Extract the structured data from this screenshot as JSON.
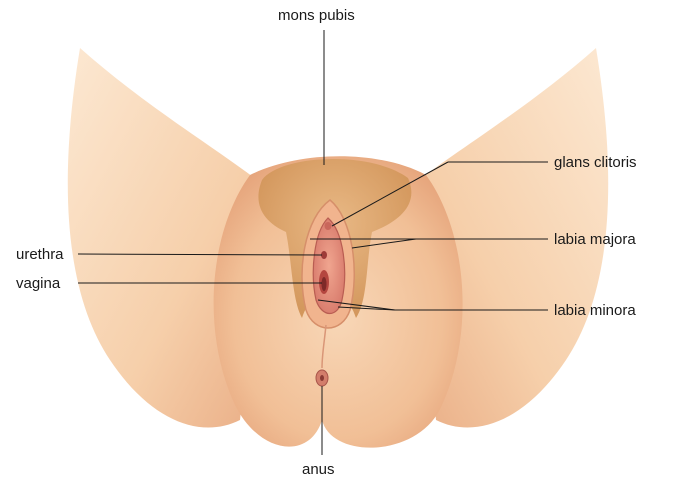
{
  "labels": {
    "mons_pubis": "mons pubis",
    "glans_clitoris": "glans clitoris",
    "labia_majora": "labia majora",
    "urethra": "urethra",
    "vagina": "vagina",
    "labia_minora": "labia minora",
    "anus": "anus"
  },
  "colors": {
    "skin_light": "#fbe3c8",
    "skin_mid": "#f3c49d",
    "skin_shadow": "#e2a27a",
    "hair": "#d9a36a",
    "mucosa": "#d9786c",
    "mucosa_dark": "#b24a45",
    "leader_line": "#1a1a1a"
  }
}
